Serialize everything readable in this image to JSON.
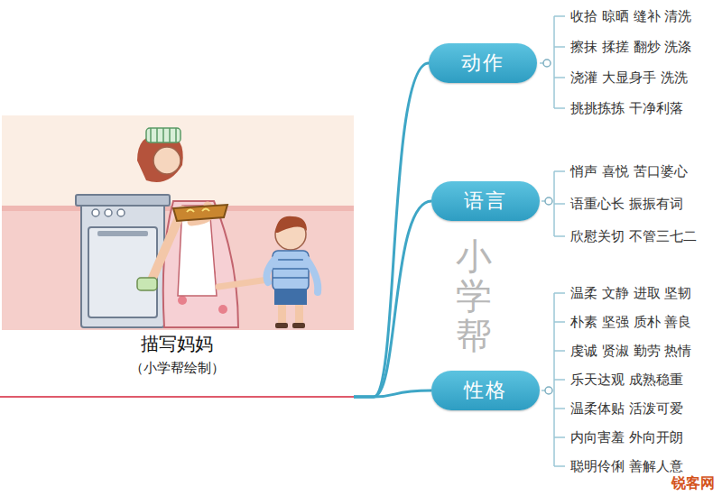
{
  "diagram": {
    "nodes": [
      {
        "text": [
          "描写妈妈",
          "（小学帮绘制）"
        ]
      },
      {
        "text": [
          "动作"
        ]
      },
      {
        "text": [
          "语言"
        ]
      },
      {
        "text": [
          "性格"
        ]
      }
    ],
    "edges": [
      {
        "from": 0,
        "to": 1,
        "arrow": "none"
      },
      {
        "from": 0,
        "to": 2,
        "arrow": "none"
      },
      {
        "from": 0,
        "to": 3,
        "arrow": "none"
      }
    ],
    "labels": [
      "收拾 晾晒 缝补 清洗",
      "擦抹 揉搓 翻炒 洗涤",
      "浇灌 大显身手 洗洗",
      "挑挑拣拣 干净利落",
      "悄声 喜悦 苦口婆心",
      "语重心长 振振有词",
      "欣慰关切 不管三七二",
      "温柔 文静 进取 坚韧",
      "朴素 坚强 质朴 善良",
      "虔诚 贤淑 勤劳 热情",
      "乐天达观 成熟稳重",
      "温柔体贴 活泼可爱",
      "内向害羞 外向开朗",
      "聪明伶俐 善解人意",
      "小学帮",
      "锐客网"
    ]
  }
}
